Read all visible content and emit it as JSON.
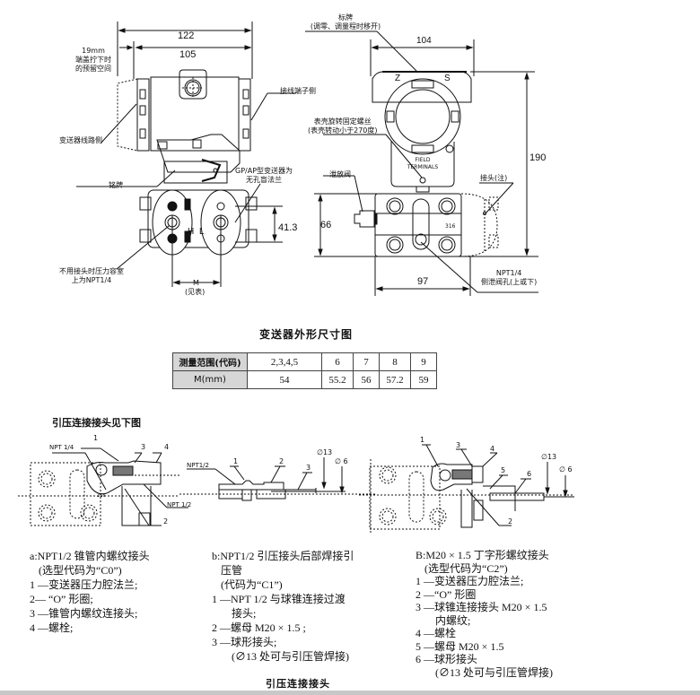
{
  "top_left_view": {
    "dim_overall": "122",
    "dim_body": "105",
    "note_clearance": [
      "19mm",
      "端盖拧下时",
      "的预留空间"
    ],
    "label_circuit_side": "变送器线路侧",
    "label_terminal_side": "接线端子侧",
    "label_nameplate": "铭牌",
    "label_blind_flange": [
      "GP/AP型变送器为",
      "无孔盲法兰"
    ],
    "label_port": [
      "不用接头时压力容室",
      "上为NPT1/4"
    ],
    "dim_vertical": "41.3",
    "label_h": "H",
    "label_l": "L",
    "dim_m": "M",
    "dim_m_note": "(见表)"
  },
  "top_right_view": {
    "label_tag": [
      "标牌",
      "(调零、调量程时移开)"
    ],
    "dim_width": "104",
    "label_z": "Z",
    "label_s": "S",
    "label_housing_screw": [
      "表壳旋转固定螺丝",
      "(表壳转动小于270度)"
    ],
    "field_terminals": [
      "FIELD",
      "TERMINALS"
    ],
    "dim_height": "190",
    "label_drain_valve": "泄放阀",
    "label_connector": "接头(注)",
    "dim_66": "66",
    "mark_316": "316",
    "label_side_vent": [
      "NPT1/4",
      "侧泄阀孔(上或下)"
    ],
    "dim_97": "97"
  },
  "figure_title": "变送器外形尺寸图",
  "spec_table": {
    "header_label": "测量范围(代码)",
    "row_label": "M(mm)",
    "range_codes": [
      "2,3,4,5",
      "6",
      "7",
      "8",
      "9"
    ],
    "m_values": [
      "54",
      "55.2",
      "56",
      "57.2",
      "59"
    ]
  },
  "connection_heading": "引压连接接头见下图",
  "fig_a": {
    "npt14": "NPT 1/4",
    "npt12": "NPT 1/2",
    "callouts": [
      "1",
      "2",
      "3",
      "4"
    ],
    "mark_316": "316"
  },
  "fig_b": {
    "npt12": "NPT1/2",
    "callouts": [
      "1",
      "2",
      "3"
    ],
    "d13": "∅13",
    "d6": "∅ 6"
  },
  "fig_c": {
    "callouts": [
      "1",
      "2",
      "3",
      "4",
      "5",
      "6"
    ],
    "d13": "∅13",
    "d6": "∅ 6"
  },
  "legend_a": {
    "title": "a:NPT1/2 锥管内螺纹接头",
    "code": "(选型代码为“C0”)",
    "items": [
      "1 —变送器压力腔法兰;",
      "2— “O” 形圈;",
      "3 —锥管内螺纹连接头;",
      "4 —螺栓;"
    ]
  },
  "legend_b": {
    "title": "b:NPT1/2 引压接头后部焊接引",
    "title_cont": "压管",
    "code": "(代码为“C1”)",
    "items": [
      "1 —NPT  1/2 与球锥连接过渡",
      "接头;",
      "2 —螺母 M20 × 1.5 ;",
      "3 —球形接头;",
      "(∅13 处可与引压管焊接)"
    ]
  },
  "legend_c": {
    "title": "B:M20 × 1.5 丁字形螺纹接头",
    "code": "(选型代码为“C2”)",
    "items": [
      "1 —变送器压力腔法兰;",
      "2 —“O” 形圈",
      "3 —球锥连接接头 M20 × 1.5",
      "内螺纹;",
      "4 —螺栓",
      "5 —螺母 M20 × 1.5",
      "6 —球形接头",
      "(∅13 处可与引压管焊接)"
    ]
  },
  "bottom_caption": "引压连接接头",
  "colors": {
    "line": "#111111",
    "table_header_bg": "#d6d6d6",
    "footer_bar": "#c8c8c8"
  }
}
